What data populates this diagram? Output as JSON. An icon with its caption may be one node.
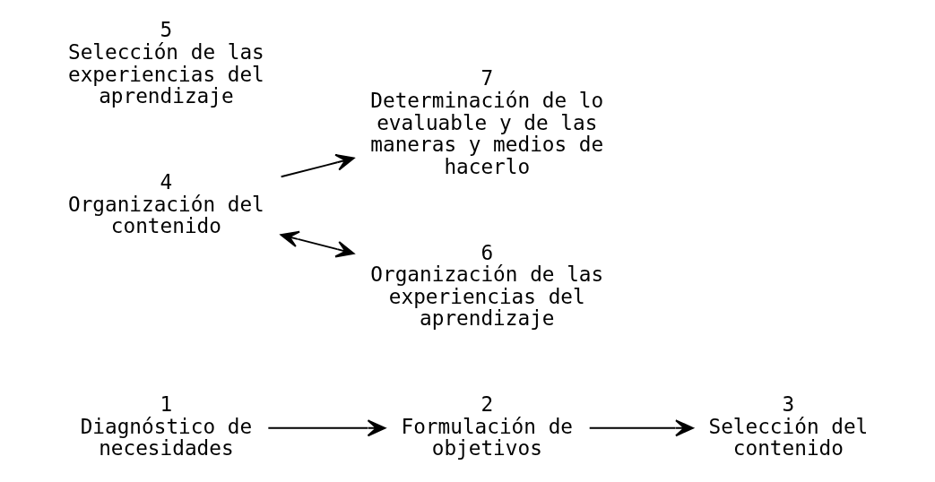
{
  "diagram": {
    "nodes": [
      {
        "text": [
          "1",
          "Diagnóstico de necesidades"
        ]
      },
      {
        "text": [
          "2",
          "Formulación de objetivos"
        ]
      },
      {
        "text": [
          "3",
          "Selección del contenido"
        ]
      },
      {
        "text": [
          "4",
          "Organización del contenido"
        ]
      },
      {
        "text": [
          "7",
          "Determinación de lo evaluable y de las maneras y medios de hacerlo"
        ]
      },
      {
        "text": [
          "5",
          "Selección de las experiencias del aprendizaje"
        ]
      },
      {
        "text": [
          "6",
          "Organización de las experiencias del aprendizaje"
        ]
      }
    ],
    "edges": [
      {
        "from": 0,
        "to": 1,
        "arrow": "to"
      },
      {
        "from": 1,
        "to": 2,
        "arrow": "to"
      },
      {
        "from": 3,
        "to": 4,
        "arrow": "to"
      },
      {
        "from": 3,
        "to": 6,
        "arrow": "both"
      }
    ]
  }
}
